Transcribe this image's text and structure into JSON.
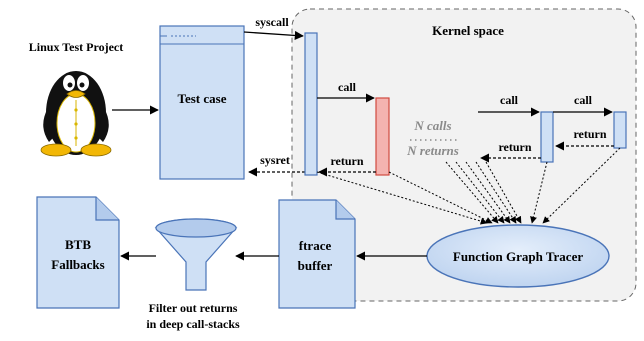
{
  "labels": {
    "project": "Linux Test Project",
    "test_case": "Test case",
    "kernel_space": "Kernel space",
    "syscall": "syscall",
    "sysret": "sysret",
    "call_1": "call",
    "return_1": "return",
    "n_calls": "N calls",
    "n_returns": "N returns",
    "call_2": "call",
    "call_3": "call",
    "return_2": "return",
    "return_3": "return",
    "tracer": "Function Graph Tracer",
    "ftrace_line1": "ftrace",
    "ftrace_line2": "buffer",
    "btb_line1": "BTB",
    "btb_line2": "Fallbacks",
    "filter_line1": "Filter out returns",
    "filter_line2": "in deep call-stacks"
  },
  "colors": {
    "blue_fill": "#cfe0f5",
    "blue_stroke": "#4a74b8",
    "red_fill": "#f4b3b0",
    "red_stroke": "#d04a40",
    "grey_text": "#8a8a8a"
  },
  "icons": {
    "mascot": "tux-penguin-icon",
    "filter": "funnel-icon"
  }
}
